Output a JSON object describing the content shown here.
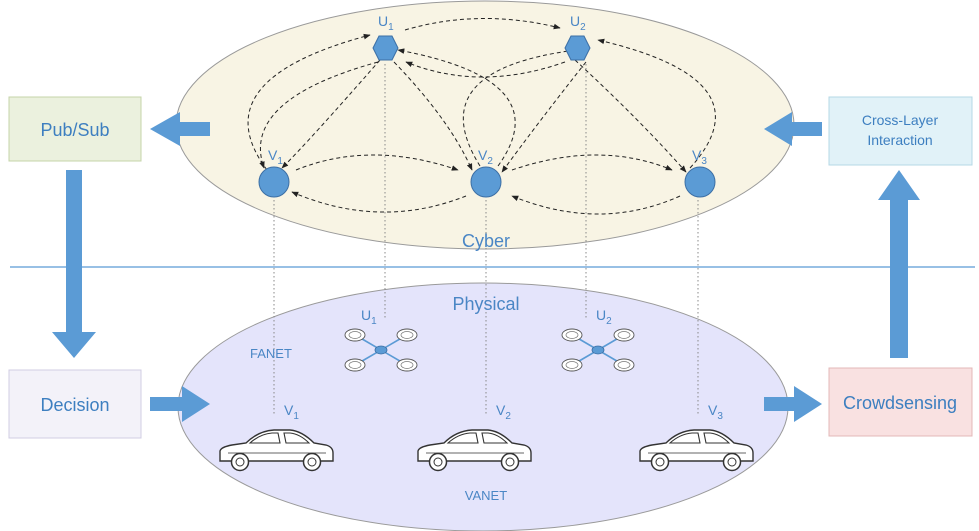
{
  "colors": {
    "accent": "#5b9bd5",
    "cyber_fill": "#f8f4e4",
    "physical_fill": "#e4e4fb",
    "pubsub_fill": "#ebf1de",
    "decision_fill": "#f3f2f9",
    "crosslayer_fill": "#e1f2f8",
    "crowdsensing_fill": "#f9e1e1"
  },
  "boxes": {
    "pubsub": "Pub/Sub",
    "decision": "Decision",
    "crosslayer_line1": "Cross-Layer",
    "crosslayer_line2": "Interaction",
    "crowdsensing": "Crowdsensing"
  },
  "layers": {
    "cyber": "Cyber",
    "physical": "Physical",
    "fanet": "FANET",
    "vanet": "VANET"
  },
  "cyber_nodes": {
    "u1": {
      "main": "U",
      "sub": "1"
    },
    "u2": {
      "main": "U",
      "sub": "2"
    },
    "v1": {
      "main": "V",
      "sub": "1"
    },
    "v2": {
      "main": "V",
      "sub": "2"
    },
    "v3": {
      "main": "V",
      "sub": "3"
    }
  },
  "physical_nodes": {
    "u1": {
      "main": "U",
      "sub": "1"
    },
    "u2": {
      "main": "U",
      "sub": "2"
    },
    "v1": {
      "main": "V",
      "sub": "1"
    },
    "v2": {
      "main": "V",
      "sub": "2"
    },
    "v3": {
      "main": "V",
      "sub": "3"
    }
  },
  "icons": [
    "hexagon-node-icon",
    "circle-node-icon",
    "drone-icon",
    "car-icon",
    "arrow-icon"
  ]
}
